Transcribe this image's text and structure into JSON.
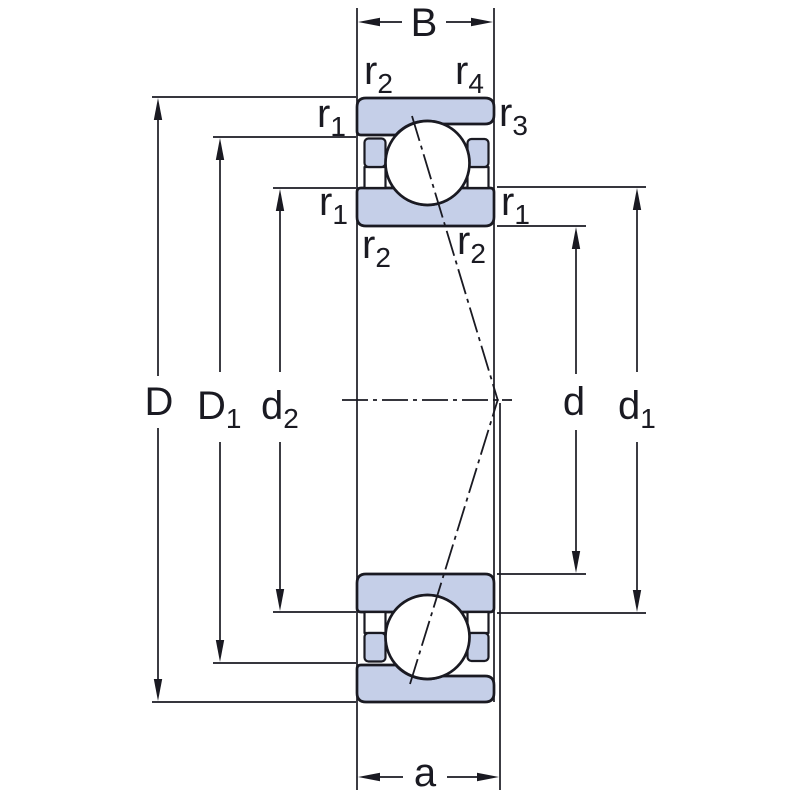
{
  "diagram": {
    "description": "Single angular contact ball bearing cross-section with boundary dimensions",
    "colors": {
      "ring_fill": "#c5cfe8",
      "ball_fill": "#ffffff",
      "line": "#1a1a22",
      "background": "#ffffff"
    },
    "dim_labels": {
      "B": {
        "base": "B",
        "sub": ""
      },
      "D": {
        "base": "D",
        "sub": ""
      },
      "D1": {
        "base": "D",
        "sub": "1"
      },
      "d2": {
        "base": "d",
        "sub": "2"
      },
      "d": {
        "base": "d",
        "sub": ""
      },
      "d1": {
        "base": "d",
        "sub": "1"
      },
      "a": {
        "base": "a",
        "sub": ""
      }
    },
    "radius_labels": {
      "r2_top_left": {
        "base": "r",
        "sub": "2"
      },
      "r4_top_right": {
        "base": "r",
        "sub": "4"
      },
      "r1_outer_left": {
        "base": "r",
        "sub": "1"
      },
      "r3_outer_right": {
        "base": "r",
        "sub": "3"
      },
      "r1_inner_left": {
        "base": "r",
        "sub": "1"
      },
      "r1_inner_right": {
        "base": "r",
        "sub": "1"
      },
      "r2_inner_left": {
        "base": "r",
        "sub": "2"
      },
      "r2_inner_right": {
        "base": "r",
        "sub": "2"
      }
    }
  }
}
